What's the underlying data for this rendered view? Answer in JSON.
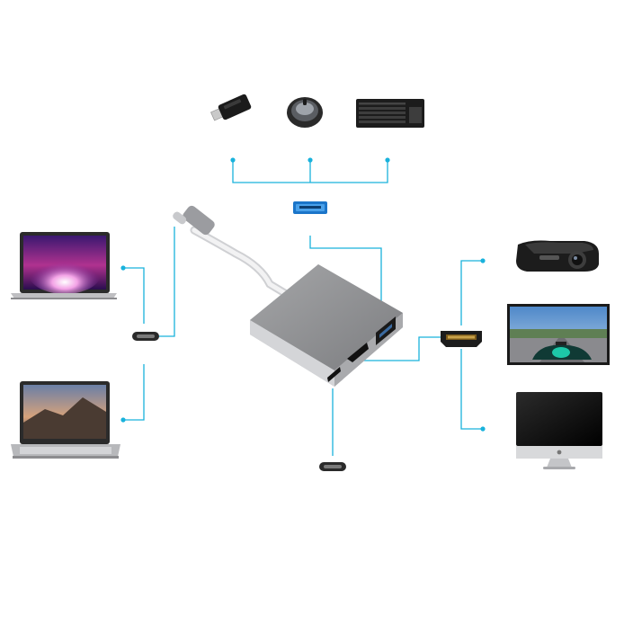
{
  "diagram": {
    "subject": "usb-c-multiport-hub",
    "line_color": "#19b2dc",
    "device_color": "#1c1c1c",
    "hub_color": "#8e8f92",
    "cable_color": "#e9e9e9",
    "inputs": [
      {
        "id": "macbook-pro",
        "icon": "laptop-icon"
      },
      {
        "id": "macbook-air",
        "icon": "laptop-icon"
      }
    ],
    "usb_devices": [
      {
        "id": "usb-flash-drive",
        "icon": "usb-drive-icon"
      },
      {
        "id": "wireless-mouse",
        "icon": "mouse-icon"
      },
      {
        "id": "keyboard",
        "icon": "keyboard-icon"
      }
    ],
    "hdmi_devices": [
      {
        "id": "projector",
        "icon": "projector-icon"
      },
      {
        "id": "tv-racing-game",
        "icon": "tv-icon"
      },
      {
        "id": "imac-monitor",
        "icon": "monitor-icon"
      }
    ],
    "ports": [
      "usb-c-input",
      "usb-a",
      "hdmi",
      "usb-c-pd"
    ]
  }
}
